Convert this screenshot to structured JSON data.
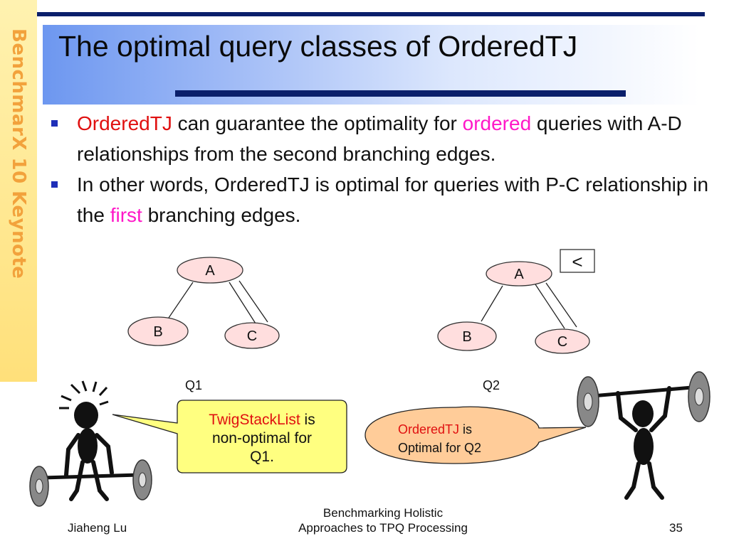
{
  "sidebar": {
    "text": "BenchmarX 10 Keynote"
  },
  "slide": {
    "title": "The optimal query classes of OrderedTJ"
  },
  "bullets": [
    {
      "seg1_red": "OrderedTJ",
      "seg2": " can guarantee the optimality for ",
      "seg3_pink": "ordered",
      "seg4": " queries with A-D relationships from the second branching edges."
    },
    {
      "seg1": "In other words, OrderedTJ is optimal for queries with P-C relationship in the ",
      "seg2_pink": "first",
      "seg3": " branching edges."
    }
  ],
  "q1": {
    "label": "Q1",
    "node_a": "A",
    "node_b": "B",
    "node_c": "C"
  },
  "q2": {
    "label": "Q2",
    "node_a": "A",
    "node_b": "B",
    "node_c": "C",
    "order_symbol": "<"
  },
  "callout1": {
    "red_text": "TwigStackList",
    "rest_line1": " is",
    "line2": "non-optimal for",
    "line3": "Q1."
  },
  "callout2": {
    "red_text": "OrderedTJ",
    "rest_line1": " is",
    "line2": "Optimal for Q2"
  },
  "footer": {
    "author": "Jiaheng Lu",
    "title_line1": "Benchmarking Holistic",
    "title_line2": "Approaches to TPQ Processing",
    "page": "35"
  },
  "colors": {
    "accent_navy": "#0a1f6b",
    "title_band": "#6d97f0",
    "highlight_red": "#e01010",
    "highlight_pink": "#ff18c8",
    "node_fill": "#ffdede",
    "sidebar": "#ffe07a",
    "sidebar_text": "#f2a23c",
    "callout1_fill": "#ffff80",
    "callout2_fill": "#ffcc99"
  }
}
